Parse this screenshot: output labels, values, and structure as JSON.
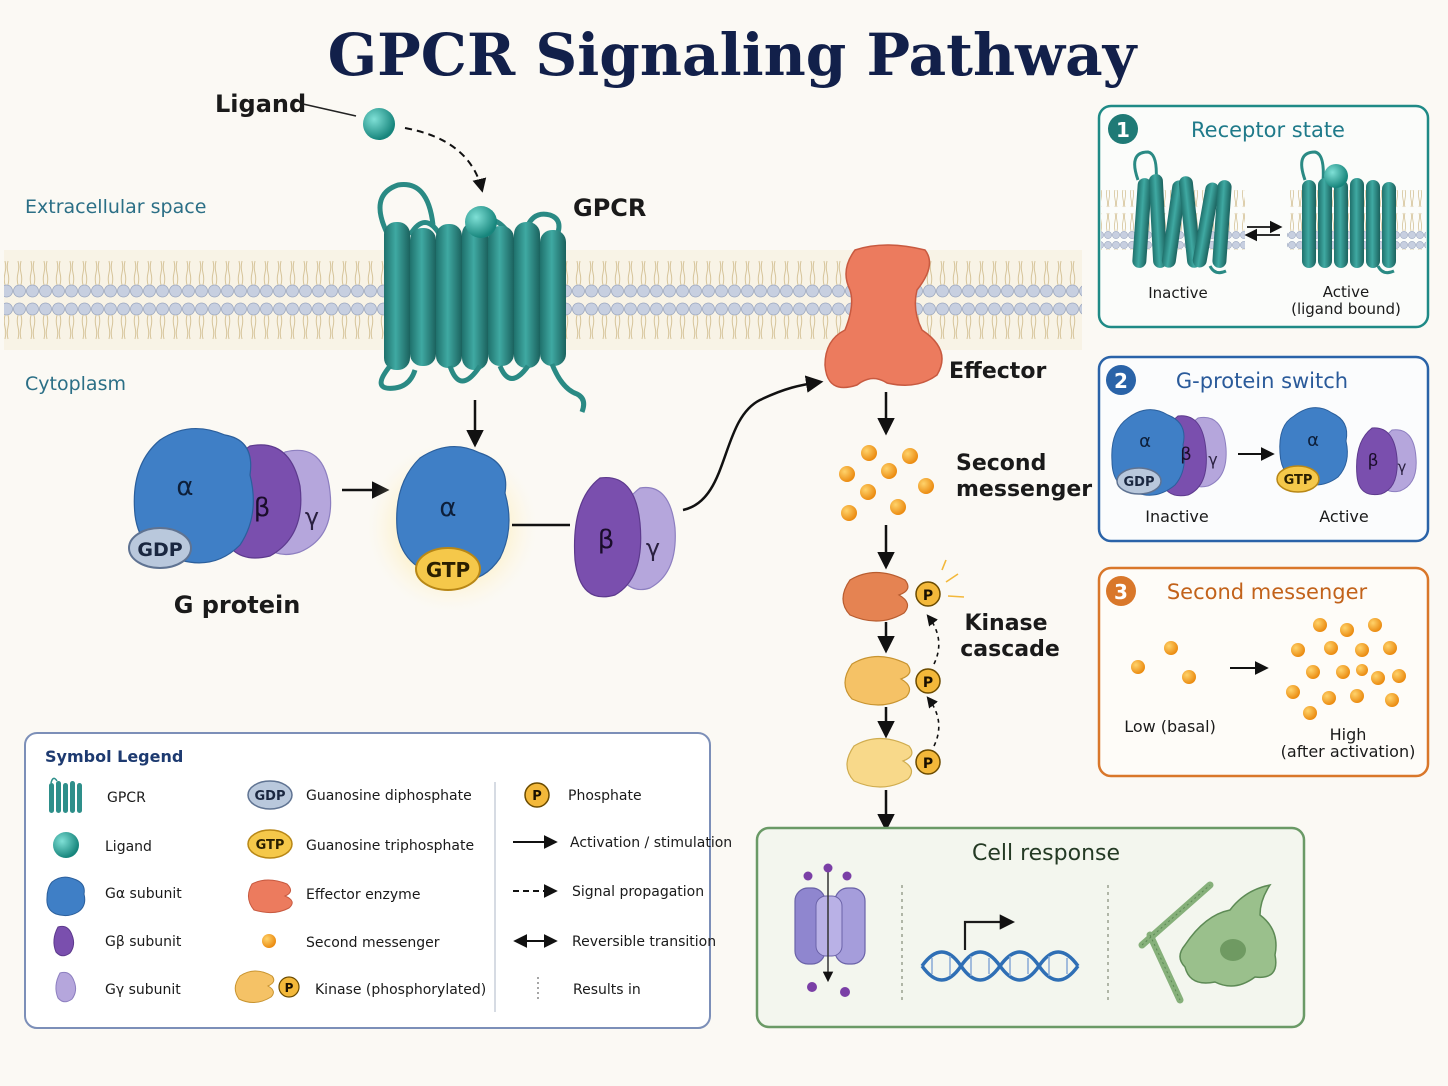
{
  "title": "GPCR Signaling Pathway",
  "main": {
    "ligand_label": "Ligand",
    "gpcr_label": "GPCR",
    "extracellular_label": "Extracellular space",
    "cytoplasm_label": "Cytoplasm",
    "effector_label": "Effector",
    "second_messenger_label": [
      "Second",
      "messenger"
    ],
    "kinase_label": [
      "Kinase",
      "cascade"
    ],
    "gprotein_label": "G protein",
    "alpha": "α",
    "beta": "β",
    "gamma": "γ",
    "gdp": "GDP",
    "gtp": "GTP",
    "phosphate": "P"
  },
  "panels": {
    "receptor_state": {
      "number": "1",
      "title": "Receptor state",
      "inactive_label": "Inactive",
      "active_label": [
        "Active",
        "(ligand bound)"
      ]
    },
    "gprotein_switch": {
      "number": "2",
      "title": "G-protein switch",
      "inactive_label": "Inactive",
      "active_label": "Active"
    },
    "second_messenger": {
      "number": "3",
      "title": "Second messenger",
      "low_label": "Low (basal)",
      "high_label": [
        "High",
        "(after activation)"
      ]
    }
  },
  "cell_response": {
    "title": "Cell response"
  },
  "legend": {
    "title": "Symbol Legend",
    "items": [
      {
        "icon": "gpcr-icon",
        "label": "GPCR"
      },
      {
        "icon": "ligand-icon",
        "label": "Ligand"
      },
      {
        "icon": "g-alpha-icon",
        "label": "Gα subunit"
      },
      {
        "icon": "g-beta-icon",
        "label": "Gβ subunit"
      },
      {
        "icon": "g-gamma-icon",
        "label": "Gγ subunit"
      },
      {
        "icon": "gdp-icon",
        "label": "Guanosine diphosphate",
        "badge": "GDP"
      },
      {
        "icon": "gtp-icon",
        "label": "Guanosine triphosphate",
        "badge": "GTP"
      },
      {
        "icon": "effector-icon",
        "label": "Effector enzyme"
      },
      {
        "icon": "second-messenger-icon",
        "label": "Second messenger"
      },
      {
        "icon": "kinase-icon",
        "label": "Kinase (phosphorylated)"
      },
      {
        "icon": "phosphate-icon",
        "label": "Phosphate",
        "badge": "P"
      },
      {
        "icon": "solid-arrow-icon",
        "label": "Activation / stimulation"
      },
      {
        "icon": "dashed-arrow-icon",
        "label": "Signal propagation"
      },
      {
        "icon": "double-arrow-icon",
        "label": "Reversible transition"
      },
      {
        "icon": "dotted-line-icon",
        "label": "Results in"
      }
    ]
  },
  "colors": {
    "teal": "#2e8f8a",
    "alpha_blue": "#3f7fc6",
    "beta_purple": "#7a4fae",
    "gamma_lavender": "#b5a6dc",
    "effector_orange": "#ec7b5e",
    "messenger_orange": "#f0a020",
    "navy_title": "#12204a",
    "panel1": "#1f8a86",
    "panel2": "#2a63a8",
    "panel3": "#d9772a",
    "response_green": "#5f9460"
  }
}
